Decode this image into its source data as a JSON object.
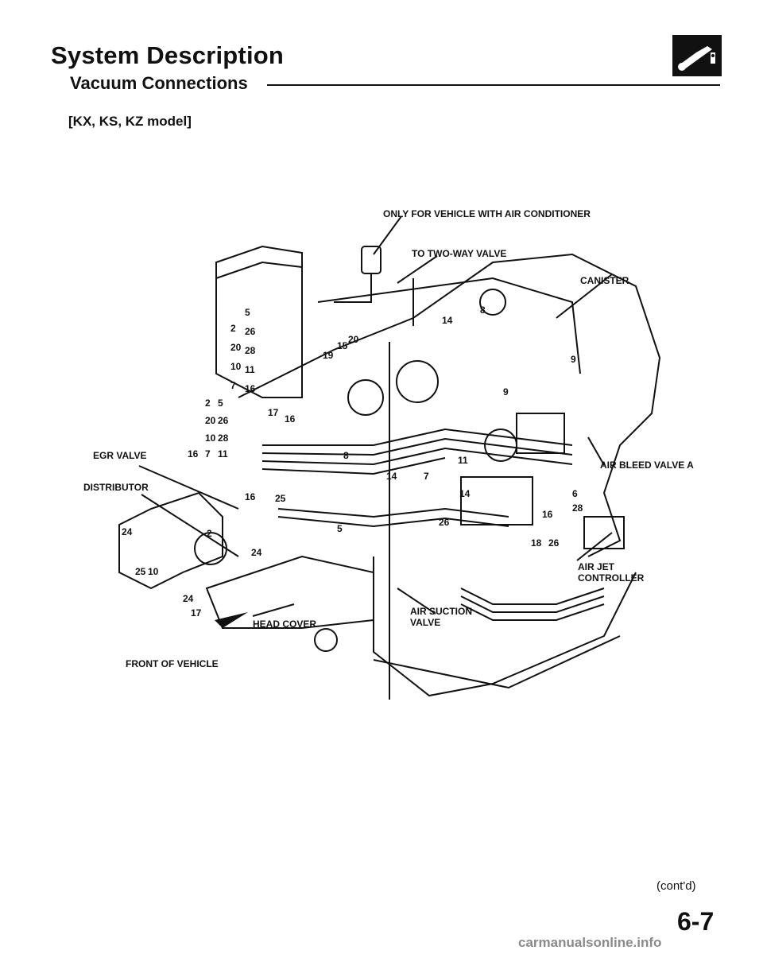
{
  "header": {
    "title": "System Description",
    "subtitle": "Vacuum Connections",
    "model": "[KX, KS, KZ model]",
    "logo_icon": "vacuum-hose-icon"
  },
  "diagram": {
    "callouts": {
      "ac_only": "ONLY FOR VEHICLE WITH AIR CONDITIONER",
      "two_way_valve": "TO TWO-WAY VALVE",
      "canister": "CANISTER",
      "egr_valve": "EGR VALVE",
      "distributor": "DISTRIBUTOR",
      "air_bleed_valve_a": "AIR BLEED VALVE A",
      "air_jet_controller_1": "AIR JET",
      "air_jet_controller_2": "CONTROLLER",
      "air_suction_valve_1": "AIR SUCTION",
      "air_suction_valve_2": "VALVE",
      "head_cover": "HEAD COVER",
      "front_of_vehicle": "FRONT OF VEHICLE"
    },
    "hose_numbers_left": [
      "5",
      "2",
      "26",
      "20",
      "28",
      "10",
      "11",
      "7",
      "16"
    ],
    "hose_numbers_group": [
      "2",
      "5",
      "20",
      "26",
      "10",
      "28",
      "16",
      "7",
      "11"
    ],
    "hose_numbers_center": [
      "14",
      "8",
      "19",
      "15",
      "20",
      "17",
      "16",
      "8",
      "9",
      "14",
      "7",
      "14",
      "16",
      "25",
      "2",
      "5",
      "24",
      "26",
      "11",
      "16",
      "6",
      "28",
      "18",
      "26",
      "24",
      "25",
      "10",
      "24",
      "17",
      "9"
    ]
  },
  "footer": {
    "contd": "(cont'd)",
    "page_number": "6-7",
    "watermark": "carmanualsonline.info"
  }
}
